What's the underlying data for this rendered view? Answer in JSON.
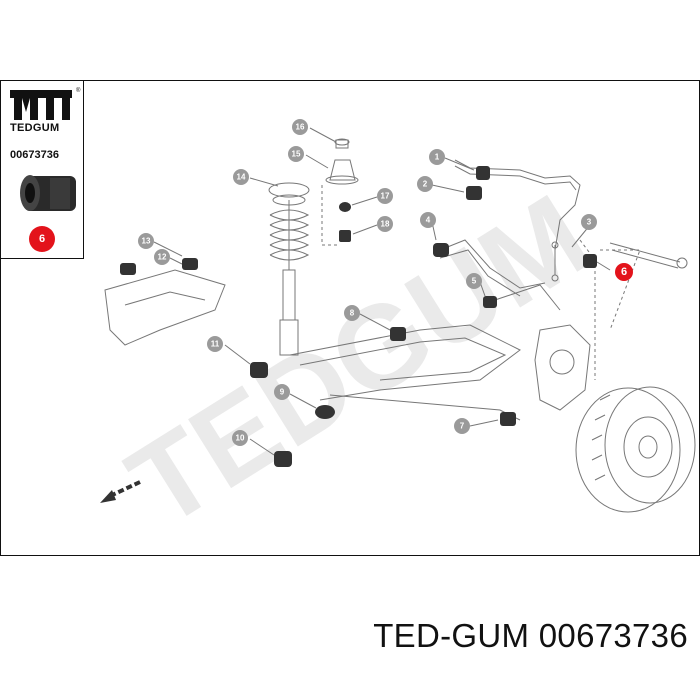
{
  "brand": {
    "name": "TEDGUM",
    "part_code": "00673736",
    "registered_mark": "®",
    "highlight_callout": "6",
    "highlight_color": "#e3131b"
  },
  "watermark": "TEDGUM",
  "callouts": [
    "1",
    "2",
    "3",
    "4",
    "5",
    "6",
    "7",
    "8",
    "9",
    "10",
    "11",
    "12",
    "13",
    "14",
    "15",
    "16",
    "17",
    "18"
  ],
  "colors": {
    "callout_gray": "#9a9a9a",
    "line": "#555555",
    "watermark": "#d9d9d9"
  },
  "footer": {
    "text": "TED-GUM 00673736"
  },
  "icons": {
    "direction_arrow": "front-direction-arrow-icon",
    "logo": "tedgum-logo-icon"
  }
}
